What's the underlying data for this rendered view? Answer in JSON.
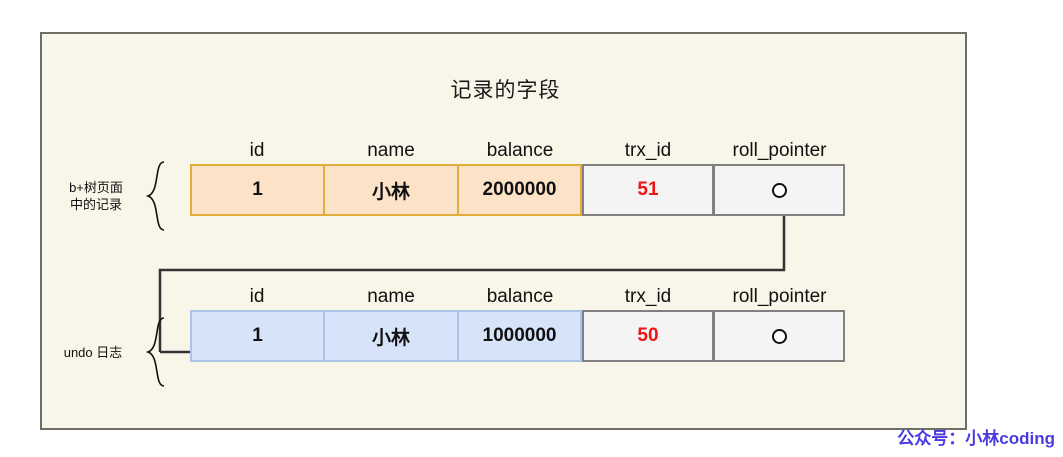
{
  "diagram": {
    "title": "记录的字段",
    "background_color": "#f8f6e8",
    "frame_border_color": "#6e6e66"
  },
  "columns": [
    "id",
    "name",
    "balance",
    "trx_id",
    "roll_pointer"
  ],
  "tables": [
    {
      "name": "btree-page-record",
      "side_label_line1": "b+树页面",
      "side_label_line2": "中的记录",
      "row_fill_color": "#fce2c7",
      "row_border_color": "#e3ad3a",
      "headers": [
        "id",
        "name",
        "balance",
        "trx_id",
        "roll_pointer"
      ],
      "values": {
        "id": "1",
        "name": "小林",
        "balance": "2000000",
        "trx_id": "51",
        "roll_pointer": "pointer-circle"
      }
    },
    {
      "name": "undo-log-record",
      "side_label_line1": "undo 日志",
      "side_label_line2": "",
      "row_fill_color": "#d6e3f8",
      "row_border_color": "#a9c4e9",
      "headers": [
        "id",
        "name",
        "balance",
        "trx_id",
        "roll_pointer"
      ],
      "values": {
        "id": "1",
        "name": "小林",
        "balance": "1000000",
        "trx_id": "50",
        "roll_pointer": "pointer-circle"
      }
    }
  ],
  "connector": {
    "description": "roll_pointer of top record points to the undo log record",
    "arrow_color": "#333333"
  },
  "watermark": {
    "text": "公众号：小林coding",
    "color": "#4a3ae0"
  }
}
